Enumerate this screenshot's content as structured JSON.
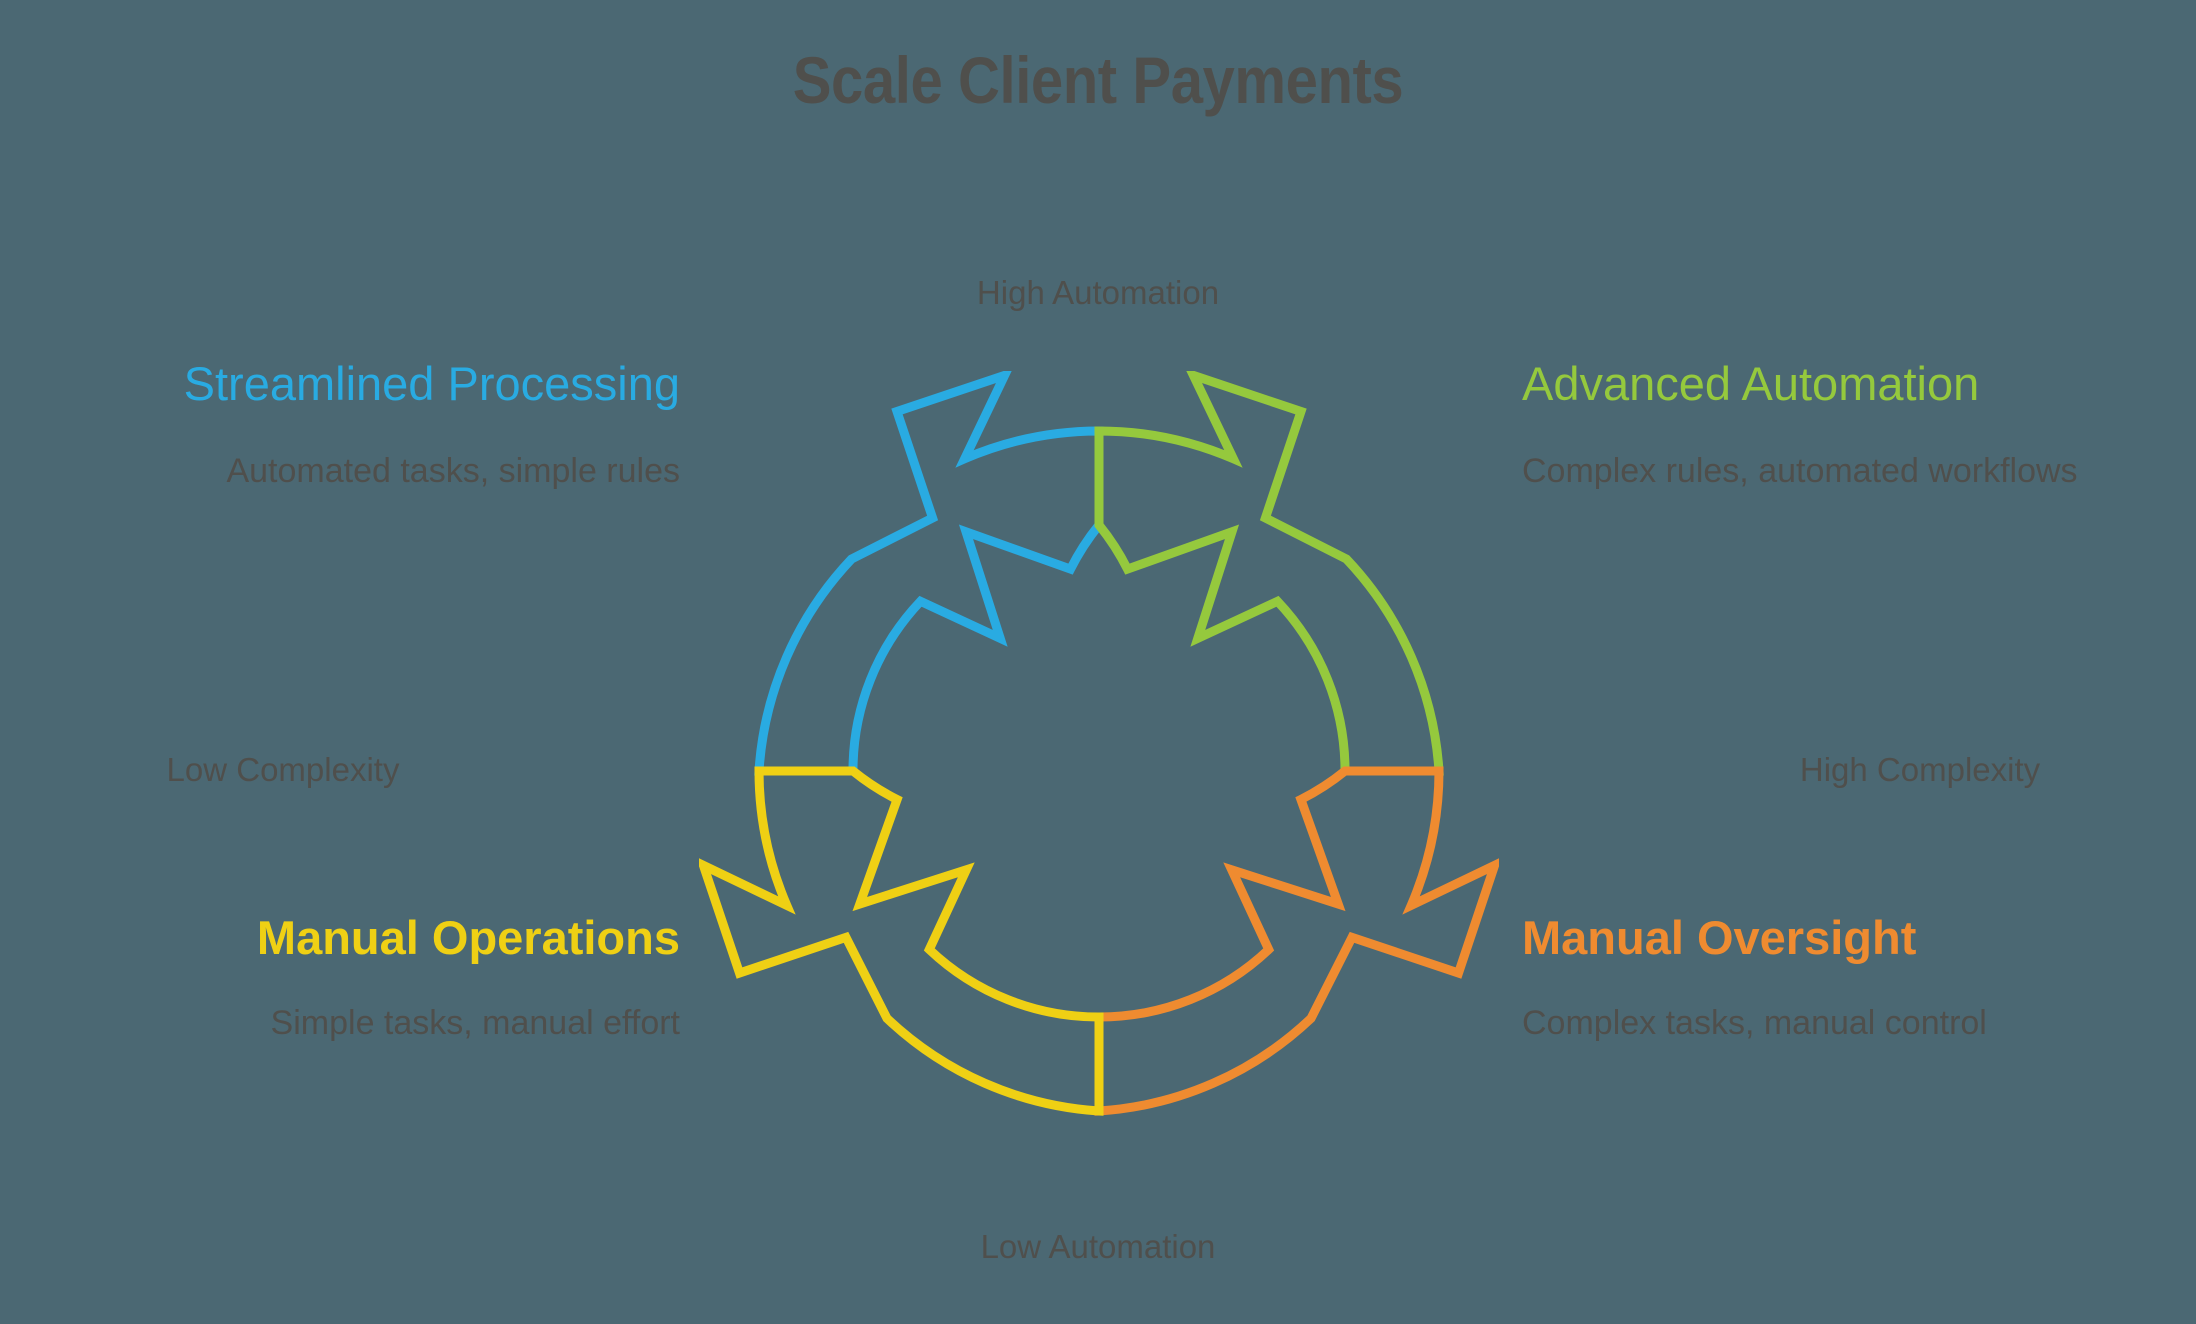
{
  "page": {
    "title": "Scale Client Payments",
    "background_color": "#4b6873",
    "text_color": "#4f4f4c"
  },
  "axes": {
    "top": "High Automation",
    "bottom": "Low Automation",
    "left": "Low Complexity",
    "right": "High Complexity"
  },
  "quadrants": {
    "top_left": {
      "heading": "Streamlined Processing",
      "description": "Automated tasks, simple rules",
      "color": "#29abe2"
    },
    "top_right": {
      "heading": "Advanced Automation",
      "description": "Complex rules, automated workflows",
      "color": "#95c93d"
    },
    "bottom_left": {
      "heading": "Manual Operations",
      "description": "Simple tasks, manual effort",
      "color": "#efd014"
    },
    "bottom_right": {
      "heading": "Manual Oversight",
      "description": "Complex tasks, manual control",
      "color": "#ef8b30"
    }
  },
  "chart_data": {
    "type": "scatter",
    "title": "Scale Client Payments",
    "xlabel": "Complexity",
    "ylabel": "Automation",
    "xlim": [
      "Low Complexity",
      "High Complexity"
    ],
    "ylim": [
      "Low Automation",
      "High Automation"
    ],
    "grid": false,
    "legend_position": "none",
    "quadrant_matrix": [
      {
        "position": "top-left",
        "x": "Low Complexity",
        "y": "High Automation",
        "label": "Streamlined Processing",
        "detail": "Automated tasks, simple rules",
        "color": "#29abe2"
      },
      {
        "position": "top-right",
        "x": "High Complexity",
        "y": "High Automation",
        "label": "Advanced Automation",
        "detail": "Complex rules, automated workflows",
        "color": "#95c93d"
      },
      {
        "position": "bottom-left",
        "x": "Low Complexity",
        "y": "Low Automation",
        "label": "Manual Operations",
        "detail": "Simple tasks, manual effort",
        "color": "#efd014"
      },
      {
        "position": "bottom-right",
        "x": "High Complexity",
        "y": "Low Automation",
        "label": "Manual Oversight",
        "detail": "Complex tasks, manual control",
        "color": "#ef8b30"
      }
    ]
  }
}
